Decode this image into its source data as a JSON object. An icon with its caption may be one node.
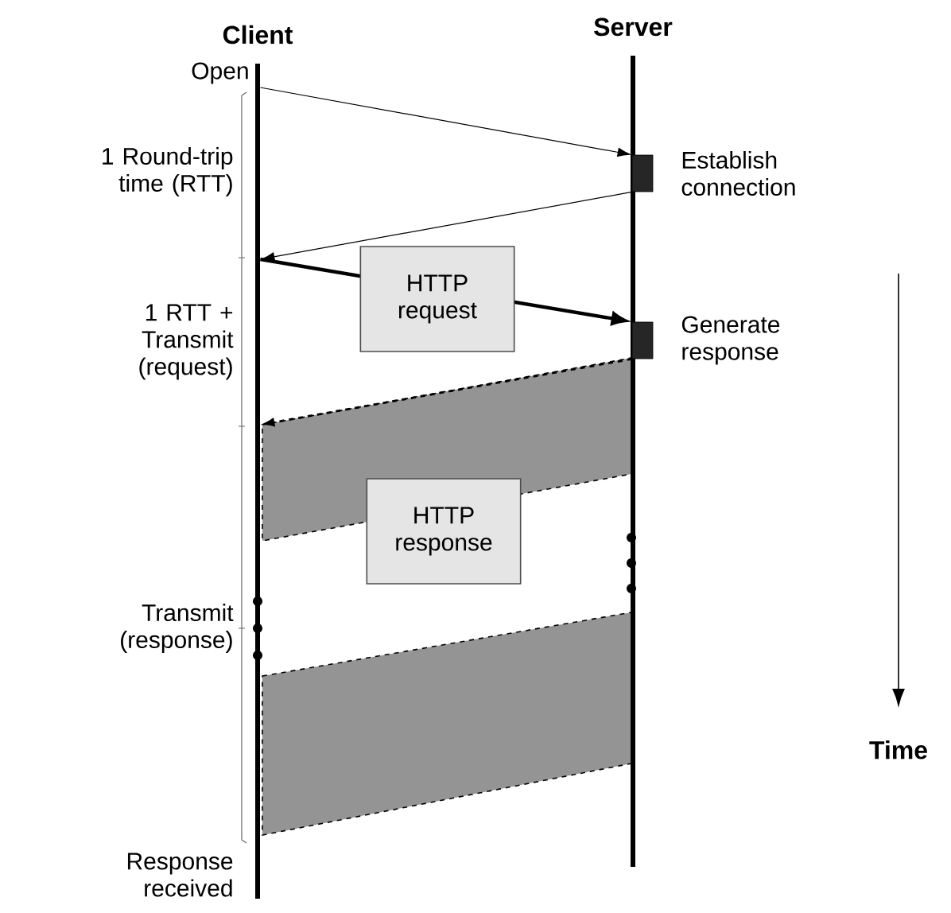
{
  "diagram": {
    "nodes": [
      {
        "text": [
          "Client"
        ]
      },
      {
        "text": [
          "Server"
        ]
      },
      {
        "text": [],
        "shape": "box",
        "beside": [
          "Establish connection"
        ]
      },
      {
        "text": [],
        "shape": "box",
        "beside": [
          "Generate response"
        ]
      }
    ],
    "edges": [
      {
        "from": 0,
        "to": 2,
        "arrow": "to"
      },
      {
        "from": 2,
        "to": 0,
        "arrow": "to"
      },
      {
        "from": 0,
        "to": 3,
        "arrow": "to",
        "style": "thick",
        "label": "HTTP request"
      },
      {
        "from": 3,
        "to": 0,
        "arrow": "to",
        "style": "dashed"
      }
    ],
    "labels": [
      "Open",
      "1 Round-trip time (RTT)",
      "1 RTT + Transmit (request)",
      "HTTP response",
      "Transmit (response)",
      "Time",
      "Response received"
    ]
  }
}
